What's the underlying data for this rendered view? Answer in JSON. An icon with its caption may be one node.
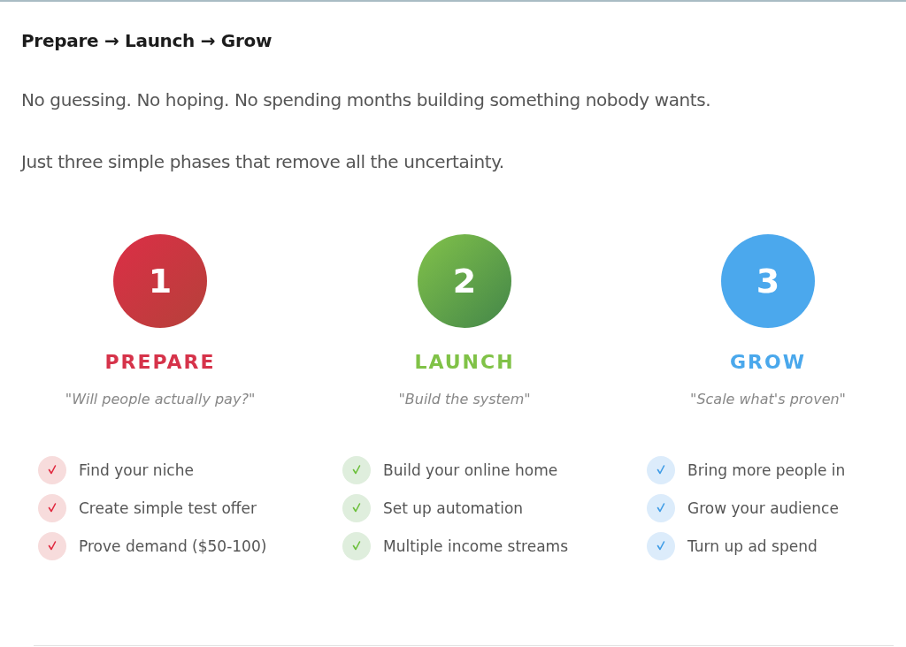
{
  "diagram": {
    "title": "Prepare → Launch → Grow",
    "nodes": [
      {
        "text": [
          "1",
          "PREPARE",
          "\"Will people actually pay?\""
        ],
        "beside": [
          "Find your niche",
          "Create simple test offer",
          "Prove demand ($50-100)"
        ]
      },
      {
        "text": [
          "2",
          "LAUNCH",
          "\"Build the system\""
        ],
        "beside": [
          "Build your online home",
          "Set up automation",
          "Multiple income streams"
        ]
      },
      {
        "text": [
          "3",
          "GROW",
          "\"Scale what's proven\""
        ],
        "beside": [
          "Bring more people in",
          "Grow your audience",
          "Turn up ad spend"
        ]
      }
    ],
    "labels": [
      "No guessing. No hoping. No spending months building something nobody wants.",
      "Just three simple phases that remove all the uncertainty."
    ]
  }
}
